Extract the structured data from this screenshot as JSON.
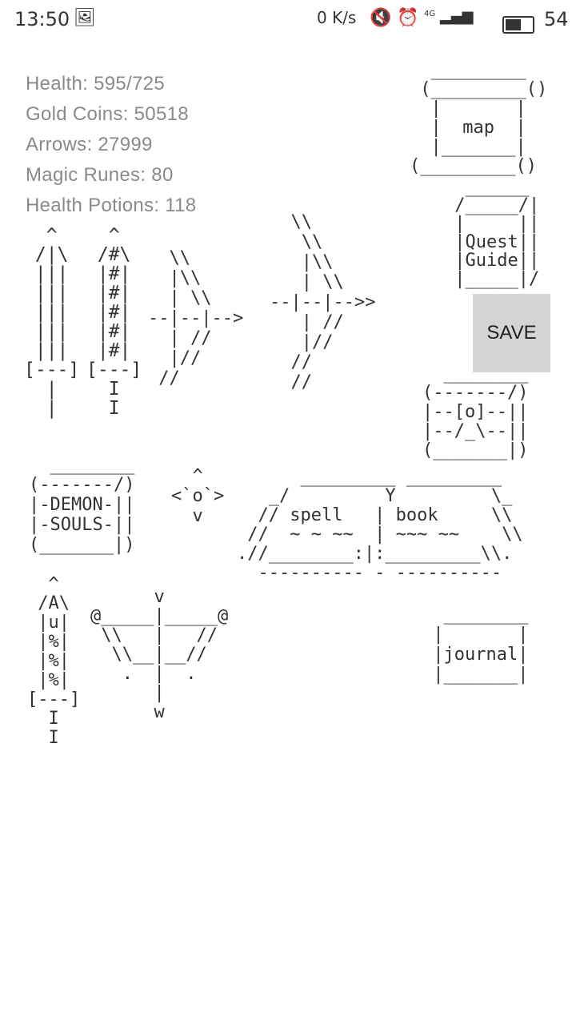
{
  "status_bar": {
    "time": "13:50",
    "speed": "0 K/s",
    "battery": "54",
    "network": "4G"
  },
  "stats": [
    "Health: 595/725",
    "Gold Coins: 50518",
    "Arrows:  27999",
    "Magic Runes: 80",
    "Health Potions: 118"
  ],
  "save_label": "SAVE",
  "art": {
    "map": [
      "  _________",
      " (_________()",
      "  |       |",
      "  |  map  |",
      "  |_______|",
      "(_________()"
    ],
    "quest_guide": [
      "  ______",
      " /_____/|",
      " |     ||",
      " |Quest||",
      " |Guide||",
      " |_____|/"
    ],
    "sword1": [
      "  ^",
      " /|\\",
      " |||",
      " |||",
      " |||",
      " |||",
      " |||",
      "[---]",
      "  |",
      "  |"
    ],
    "sword2": [
      "  ^",
      " /#\\",
      " |#|",
      " |#|",
      " |#|",
      " |#|",
      " |#|",
      "[---]",
      "  I",
      "  I"
    ],
    "bow1": [
      "  \\\\",
      "  |\\\\",
      "  | \\\\",
      "--|--|-->",
      "  | //",
      "  |//",
      " //"
    ],
    "bow2": [
      "  \\\\",
      "   \\\\",
      "   |\\\\",
      "   | \\\\",
      "--|--|-->>",
      "   | //",
      "   |//",
      "  //",
      "  //"
    ],
    "gadget": [
      "  ________",
      "(-------/)",
      "|--[o]--||",
      "|--/_\\--||",
      "(_______|)"
    ],
    "demon_souls": [
      "  ________",
      "(-------/)",
      "|-DEMON-||",
      "|-SOULS-||",
      "(_______|)"
    ],
    "compass": [
      "  ^",
      "<`o`>",
      "  v"
    ],
    "spell_book": [
      "      _________ _________",
      "   _/         Y         \\_",
      "  // spell   | book     \\\\",
      " //  ~ ~ ~~  | ~~~ ~~    \\\\",
      ".//________:|:_________\\\\.",
      "  ---------- - ----------"
    ],
    "sword3": [
      "  ^",
      " /A\\",
      " |u|",
      " |%|",
      " |%|",
      " |%|",
      "[---]",
      "  I",
      "  I"
    ],
    "slingshot": [
      "      v",
      "@_____|_____@",
      " \\\\   |   //",
      "  \\\\__|__//",
      "   .  |  .",
      "      |",
      "      w"
    ],
    "journal": [
      "  ________",
      " |       |",
      " |journal|",
      " |_______|"
    ]
  }
}
